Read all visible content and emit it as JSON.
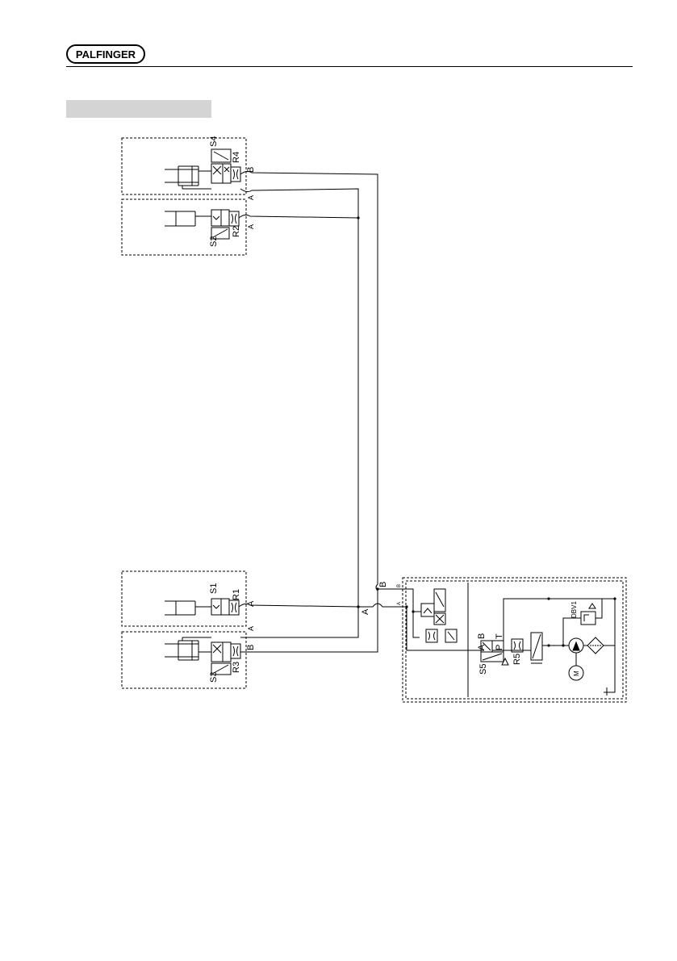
{
  "header": {
    "logo_text": "PALFINGER"
  },
  "diagram": {
    "labels": {
      "s4": "S4",
      "r4": "R4",
      "b_top": "B",
      "a_top": "A",
      "s2": "S2",
      "r2": "R2",
      "a_s2": "A",
      "s1": "S1",
      "r1": "R1",
      "a_s1": "A",
      "b_bus": "B",
      "a_bus": "A",
      "a_s3": "A",
      "s3": "S3",
      "r3": "R3",
      "b_s3": "B",
      "b_unit": "B",
      "a_unit": "A",
      "s5": "S5",
      "a_s5": "A",
      "b_s5": "B",
      "p_s5": "P",
      "t_s5": "T",
      "r5": "R5",
      "dbv1": "DBV1",
      "m": "M"
    }
  }
}
